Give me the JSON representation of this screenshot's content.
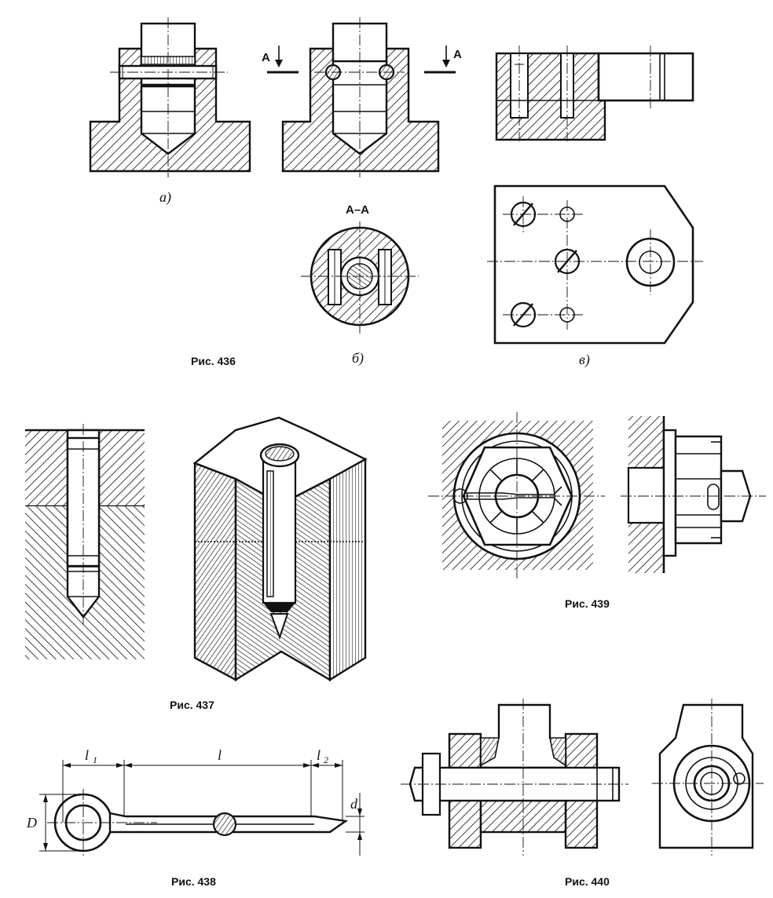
{
  "figures": [
    {
      "id": "fig436",
      "caption": "Рис. 436",
      "sublabels": [
        "a)",
        "б)",
        "в)"
      ],
      "section_marks": [
        "A",
        "A"
      ],
      "section_title": "A–A"
    },
    {
      "id": "fig437",
      "caption": "Рис. 437"
    },
    {
      "id": "fig438",
      "caption": "Рис. 438",
      "dims": {
        "l1": "l",
        "l1_sub": "1",
        "l": "l",
        "l2": "l",
        "l2_sub": "2",
        "D": "D",
        "d": "d"
      }
    },
    {
      "id": "fig439",
      "caption": "Рис. 439"
    },
    {
      "id": "fig440",
      "caption": "Рис. 440"
    }
  ],
  "colors": {
    "ink": "#111111",
    "paper": "#ffffff"
  }
}
